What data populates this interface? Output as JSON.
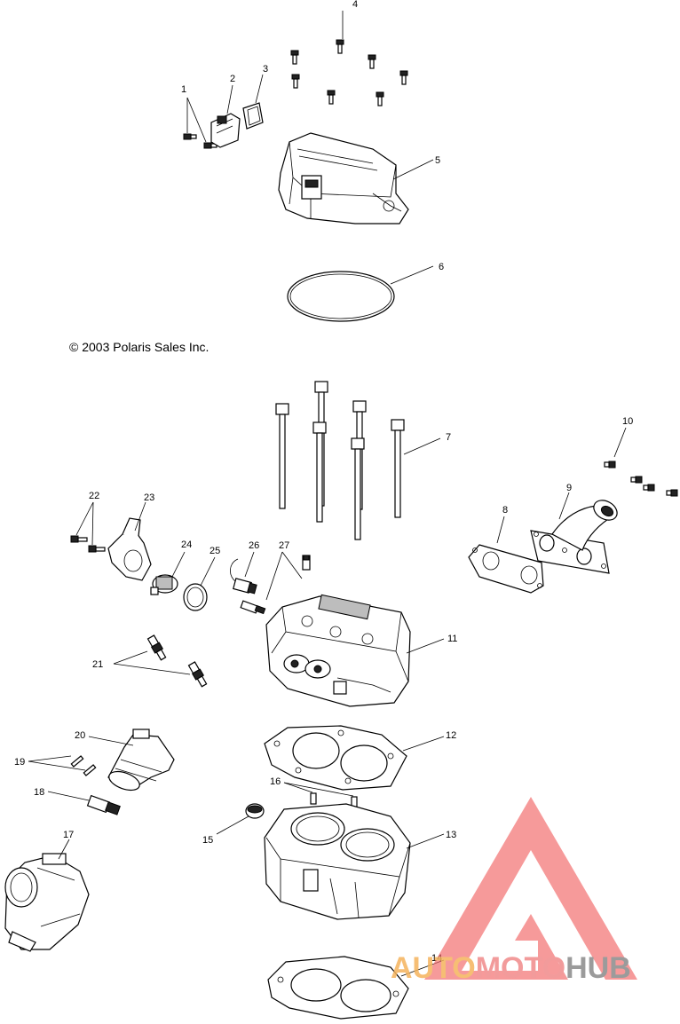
{
  "copyright": "© 2003 Polaris Sales Inc.",
  "callouts": [
    "1",
    "2",
    "3",
    "4",
    "5",
    "6",
    "7",
    "8",
    "9",
    "10",
    "11",
    "12",
    "13",
    "14",
    "15",
    "16",
    "17",
    "18",
    "19",
    "20",
    "21",
    "22",
    "23",
    "24",
    "25",
    "26",
    "27"
  ],
  "watermark": {
    "part1": "AUTO",
    "part2": "MOTO",
    "part3": "HUB",
    "colors": {
      "triangle": "#f26b6b",
      "auto": "#f5b35c",
      "moto": "#f08a8a",
      "hub": "#8a8a8a"
    }
  }
}
